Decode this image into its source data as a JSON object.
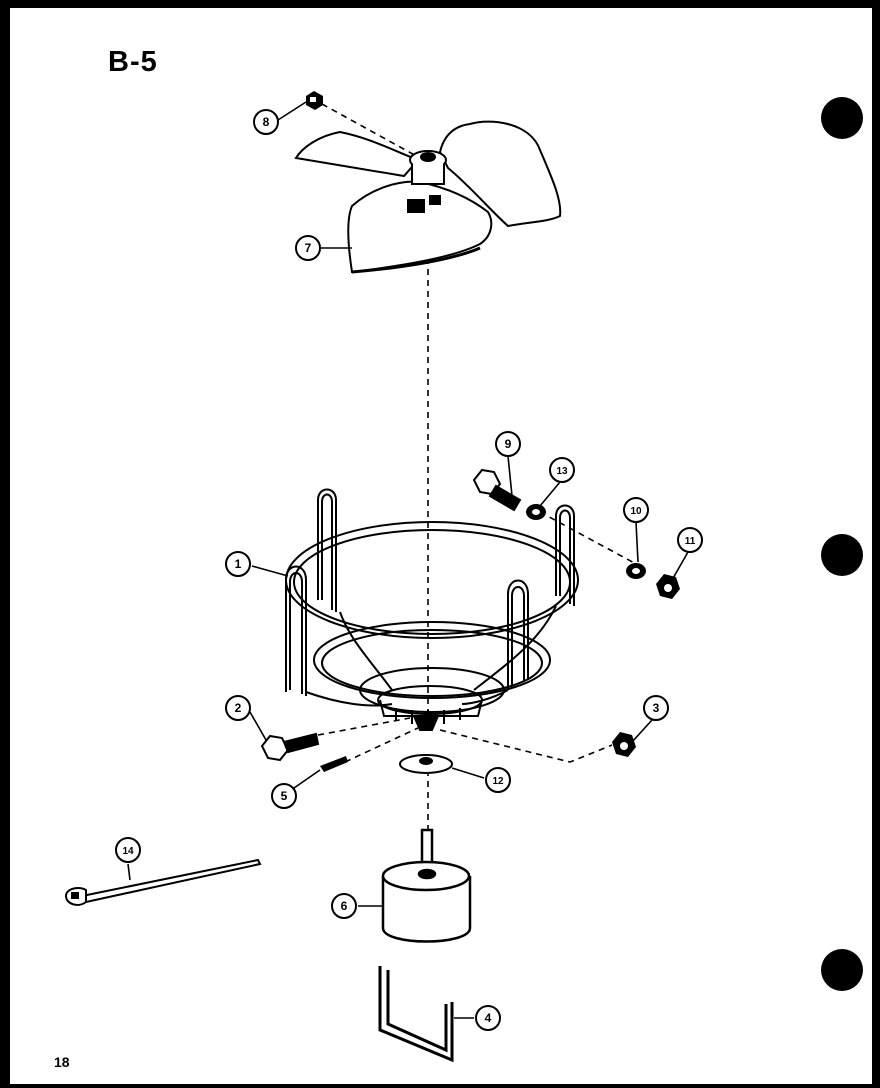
{
  "diagram": {
    "title": "B-5",
    "page_number": "18"
  },
  "callouts": {
    "c1": "1",
    "c2": "2",
    "c3": "3",
    "c4": "4",
    "c5": "5",
    "c6": "6",
    "c7": "7",
    "c8": "8",
    "c9": "9",
    "c10": "10",
    "c11": "11",
    "c12": "12",
    "c13": "13",
    "c14": "14"
  }
}
